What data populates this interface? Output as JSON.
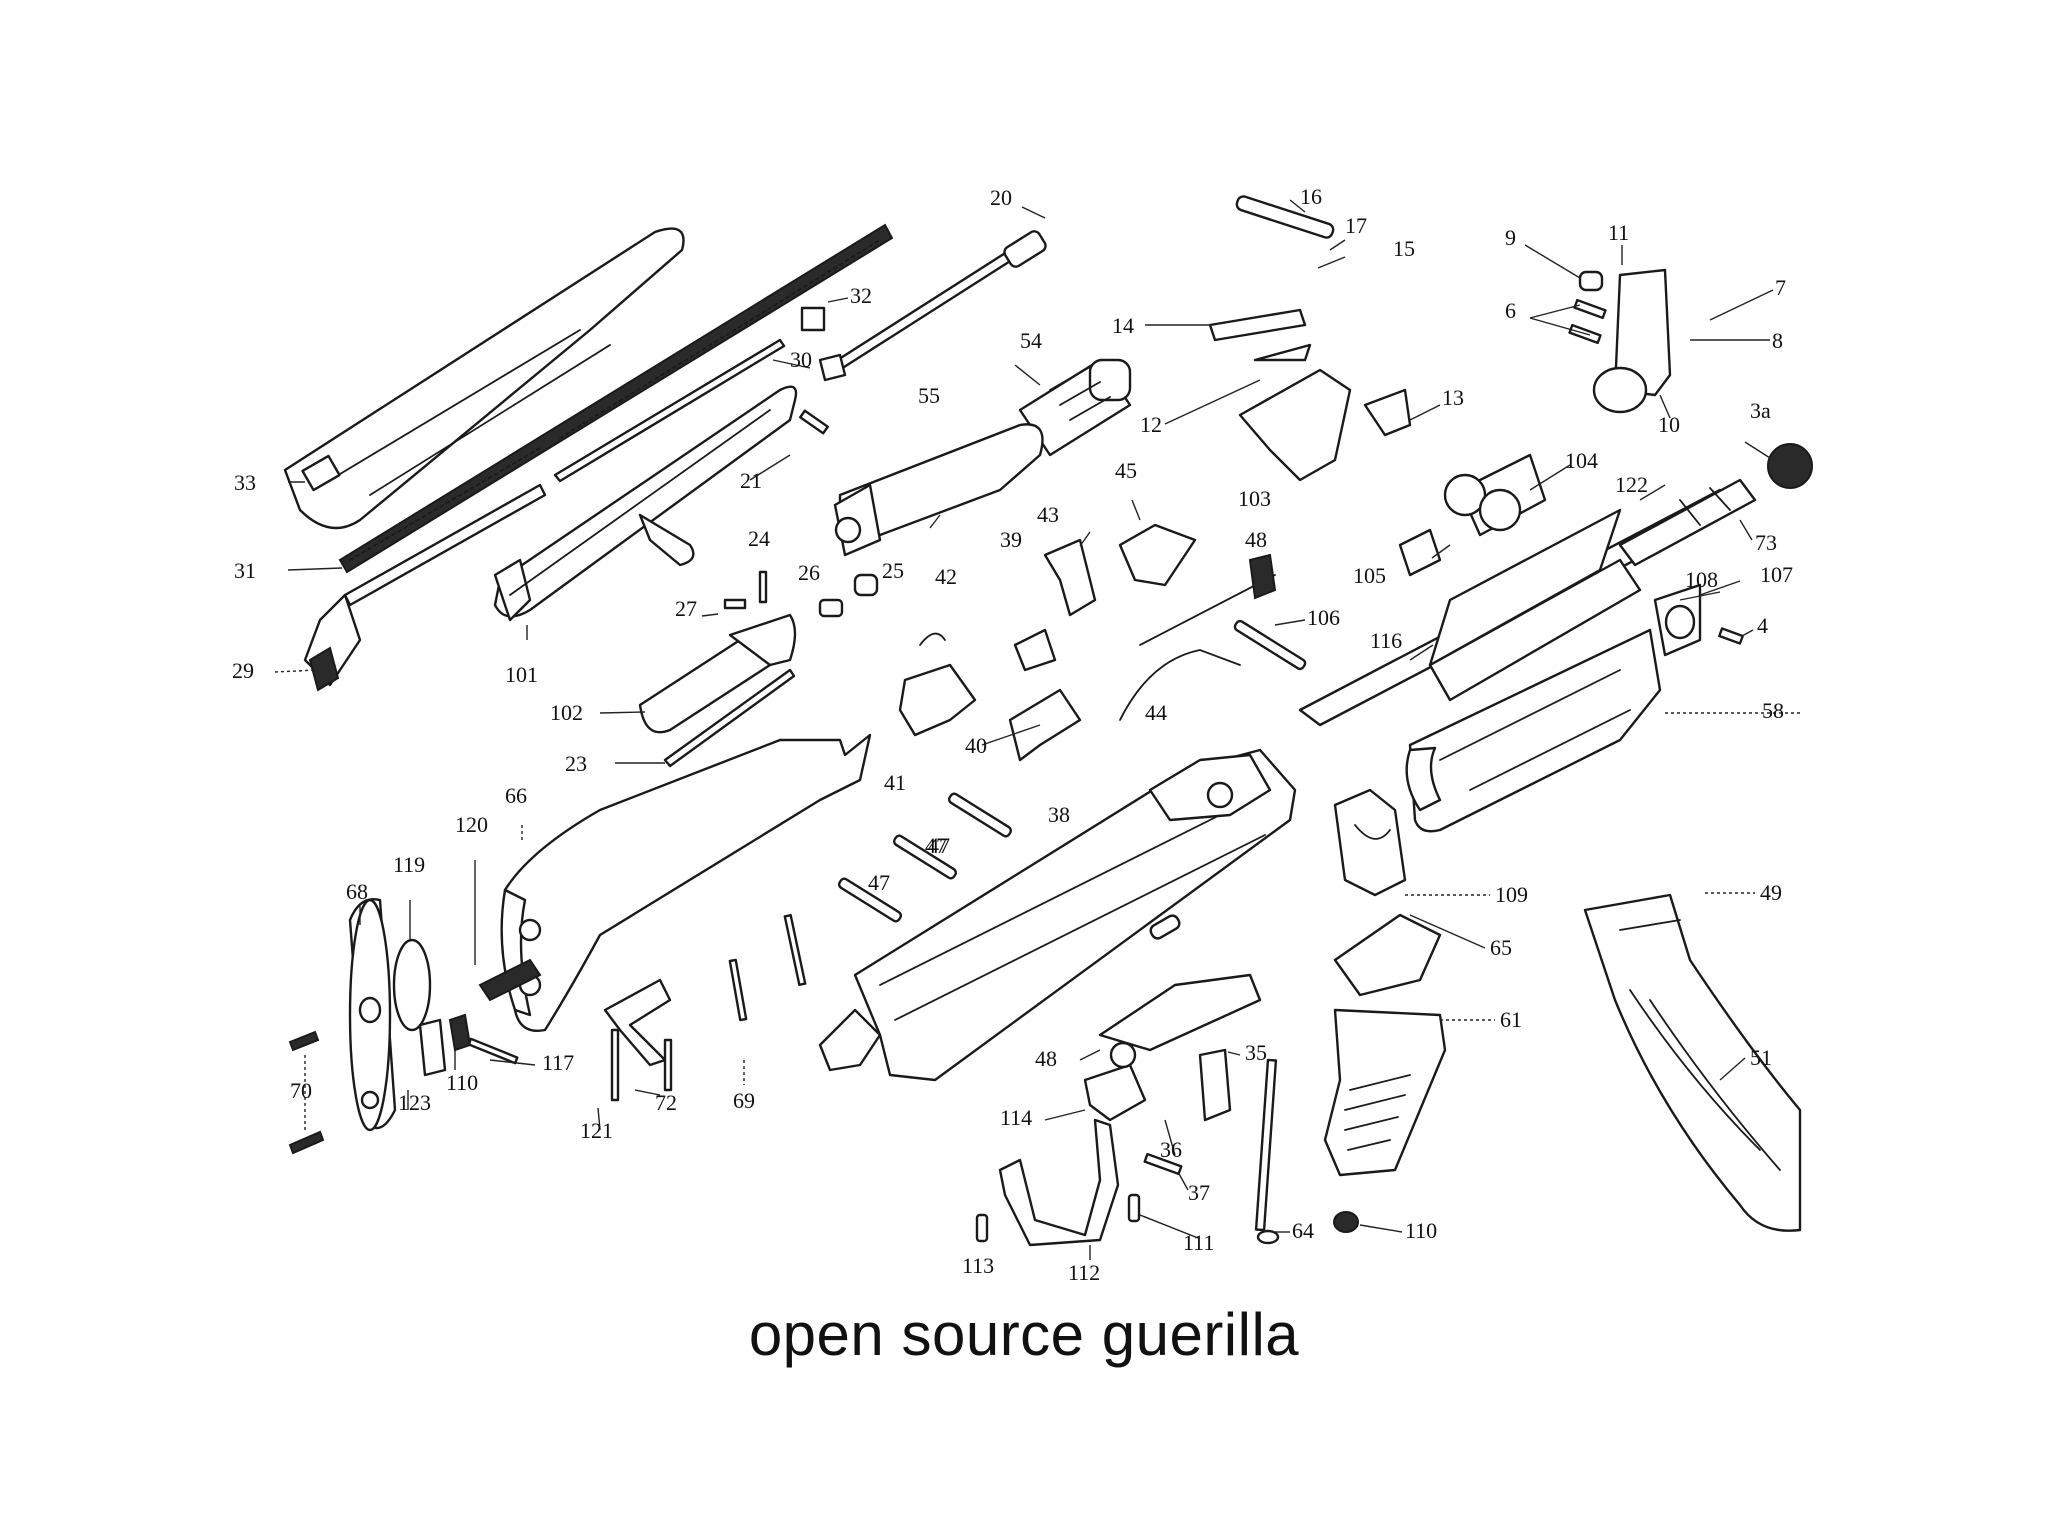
{
  "caption": "open source guerilla",
  "callouts": [
    "20",
    "16",
    "17",
    "15",
    "11",
    "9",
    "7",
    "6",
    "8",
    "10",
    "32",
    "30",
    "54",
    "14",
    "12",
    "13",
    "3a",
    "55",
    "21",
    "103",
    "104",
    "33",
    "45",
    "122",
    "43",
    "73",
    "24",
    "26",
    "25",
    "39",
    "48",
    "31",
    "105",
    "108",
    "107",
    "42",
    "106",
    "116",
    "27",
    "4",
    "29",
    "101",
    "44",
    "102",
    "41",
    "40",
    "23",
    "38",
    "58",
    "66",
    "47",
    "47",
    "120",
    "119",
    "109",
    "49",
    "68",
    "47",
    "65",
    "61",
    "48",
    "35",
    "51",
    "117",
    "110",
    "70",
    "72",
    "123",
    "69",
    "114",
    "121",
    "36",
    "37",
    "111",
    "64",
    "110",
    "113",
    "112"
  ]
}
